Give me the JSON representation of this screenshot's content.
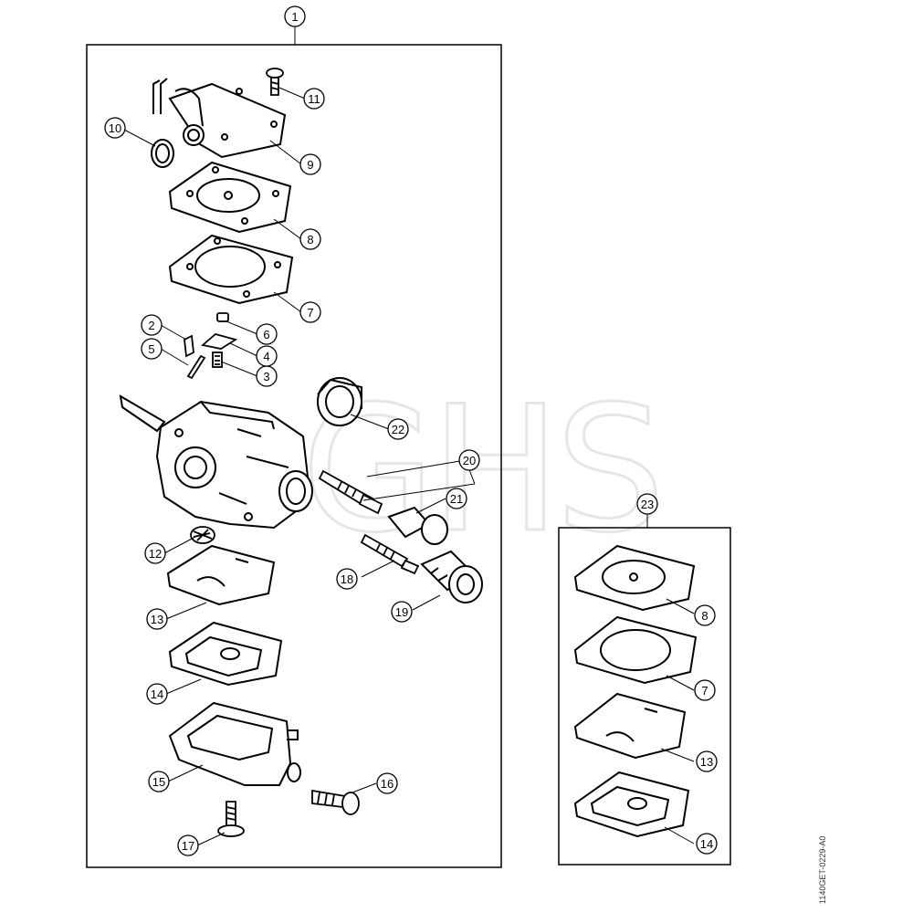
{
  "diagram": {
    "callouts": [
      {
        "id": "c1",
        "label": "1"
      },
      {
        "id": "c2",
        "label": "2"
      },
      {
        "id": "c3",
        "label": "3"
      },
      {
        "id": "c4",
        "label": "4"
      },
      {
        "id": "c5",
        "label": "5"
      },
      {
        "id": "c6",
        "label": "6"
      },
      {
        "id": "c7",
        "label": "7"
      },
      {
        "id": "c8",
        "label": "8"
      },
      {
        "id": "c9",
        "label": "9"
      },
      {
        "id": "c10",
        "label": "10"
      },
      {
        "id": "c11",
        "label": "11"
      },
      {
        "id": "c12",
        "label": "12"
      },
      {
        "id": "c13",
        "label": "13"
      },
      {
        "id": "c14",
        "label": "14"
      },
      {
        "id": "c15",
        "label": "15"
      },
      {
        "id": "c16",
        "label": "16"
      },
      {
        "id": "c17",
        "label": "17"
      },
      {
        "id": "c18",
        "label": "18"
      },
      {
        "id": "c19",
        "label": "19"
      },
      {
        "id": "c20",
        "label": "20"
      },
      {
        "id": "c21",
        "label": "21"
      },
      {
        "id": "c22",
        "label": "22"
      },
      {
        "id": "c23",
        "label": "23"
      },
      {
        "id": "k8",
        "label": "8"
      },
      {
        "id": "k7",
        "label": "7"
      },
      {
        "id": "k13",
        "label": "13"
      },
      {
        "id": "k14",
        "label": "14"
      }
    ],
    "watermark": "GHS",
    "drawing_code": "1140GET-0229-A0"
  },
  "colors": {
    "line": "#000000",
    "watermark": "#e6e6e6",
    "background": "#ffffff"
  }
}
